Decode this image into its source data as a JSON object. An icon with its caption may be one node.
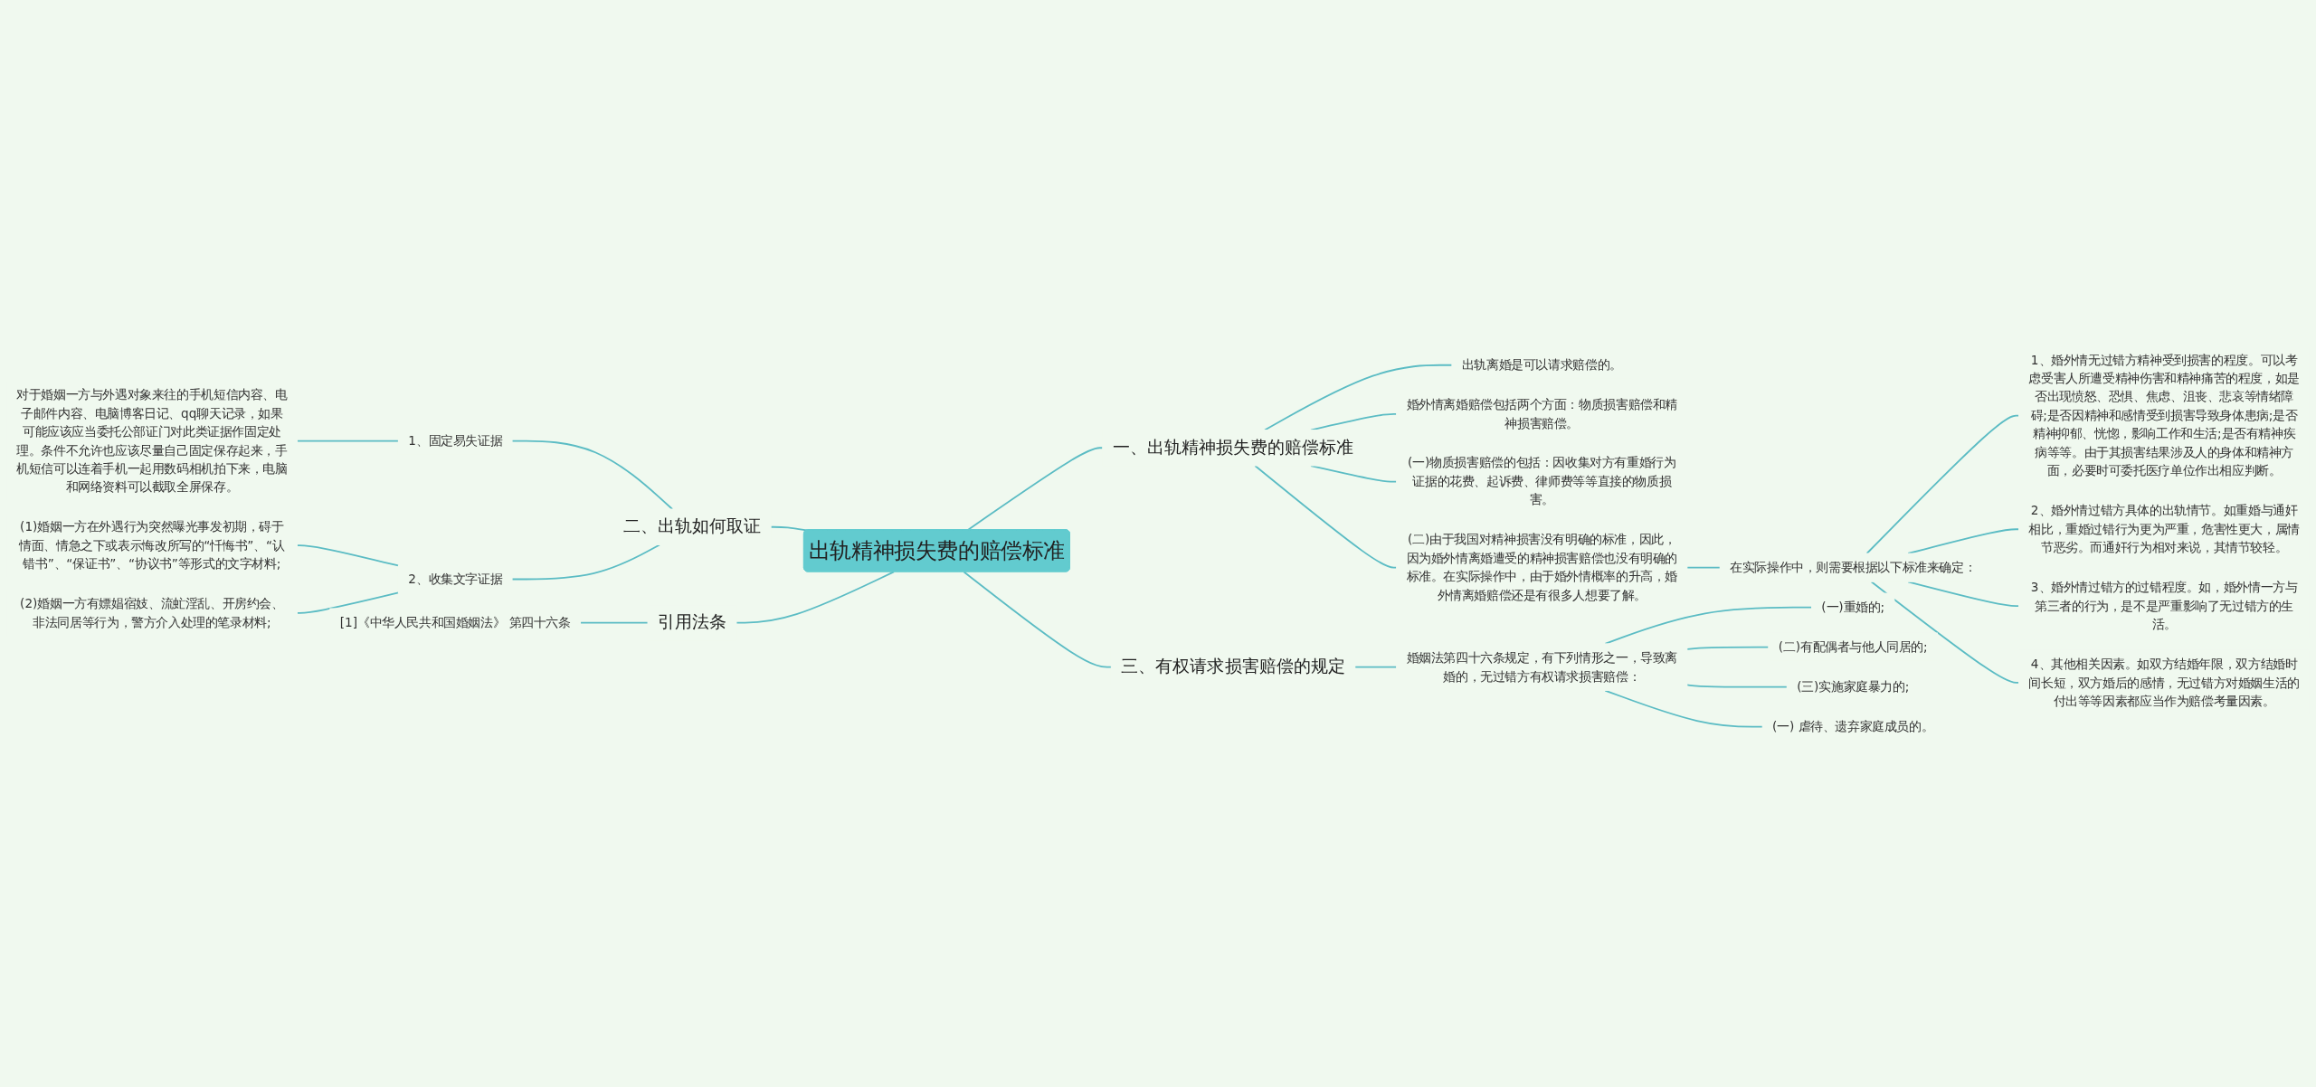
{
  "diagram": {
    "nodes": [
      {
        "text": [
          "出轨精神损失费的赔偿标准"
        ]
      },
      {
        "text": [
          "一、出轨精神损失费的赔偿标准"
        ]
      },
      {
        "text": [
          "出轨离婚是可以请求赔偿的。"
        ]
      },
      {
        "text": [
          "婚外情离婚赔偿包括两个方面：物质损害赔偿和精神损害赔偿。"
        ]
      },
      {
        "text": [
          "(一)物质损害赔偿的包括：因收集对方有重婚行为证据的花费、起诉费、律师费等等直接的物质损害。"
        ]
      },
      {
        "text": [
          "(二)由于我国对精神损害没有明确的标准，因此，因为婚外情离婚遭受的精神损害赔偿也没有明确的标准。在实际操作中，由于婚外情概率的升高，婚外情离婚赔偿还是有很多人想要了解。"
        ]
      },
      {
        "text": [
          "在实际操作中，则需要根据以下标准来确定："
        ]
      },
      {
        "text": [
          "1、婚外情无过错方精神受到损害的程度。可以考虑受害人所遭受精神伤害和精神痛苦的程度，如是否出现愤怒、恐惧、焦虑、沮丧、悲哀等情绪障碍;是否因精神和感情受到损害导致身体患病;是否精神抑郁、恍惚，影响工作和生活;是否有精神疾病等等。由于其损害结果涉及人的身体和精神方面，必要时可委托医疗单位作出相应判断。"
        ]
      },
      {
        "text": [
          "2、婚外情过错方具体的出轨情节。如重婚与通奸相比，重婚过错行为更为严重，危害性更大，属情节恶劣。而通奸行为相对来说，其情节较轻。"
        ]
      },
      {
        "text": [
          "3、婚外情过错方的过错程度。如，婚外情一方与第三者的行为，是不是严重影响了无过错方的生活。"
        ]
      },
      {
        "text": [
          "4、其他相关因素。如双方结婚年限，双方结婚时间长短，双方婚后的感情，无过错方对婚姻生活的付出等等因素都应当作为赔偿考量因素。"
        ]
      },
      {
        "text": [
          "三、有权请求损害赔偿的规定"
        ]
      },
      {
        "text": [
          "婚姻法第四十六条规定，有下列情形之一，导致离婚的，无过错方有权请求损害赔偿："
        ]
      },
      {
        "text": [
          "(一)重婚的;"
        ]
      },
      {
        "text": [
          "(二)有配偶者与他人同居的;"
        ]
      },
      {
        "text": [
          "(三)实施家庭暴力的;"
        ]
      },
      {
        "text": [
          "(一) 虐待、遗弃家庭成员的。"
        ]
      },
      {
        "text": [
          "二、出轨如何取证"
        ]
      },
      {
        "text": [
          "1、固定易失证据"
        ]
      },
      {
        "text": [
          "对于婚姻一方与外遇对象来往的手机短信内容、电子邮件内容、电脑博客日记、qq聊天记录，如果可能应该应当委托公部证门对此类证据作固定处理。条件不允许也应该尽量自己固定保存起来，手机短信可以连着手机一起用数码相机拍下来，电脑和网络资料可以截取全屏保存。"
        ]
      },
      {
        "text": [
          "2、收集文字证据"
        ]
      },
      {
        "text": [
          "(1)婚姻一方在外遇行为突然曝光事发初期，碍于情面、情急之下或表示悔改所写的“忏悔书”、“认错书”、“保证书”、“协议书”等形式的文字材料;"
        ]
      },
      {
        "text": [
          "(2)婚姻一方有嫖娼宿妓、流虻淫乱、开房约会、非法同居等行为，警方介入处理的笔录材料;"
        ]
      },
      {
        "text": [
          "引用法条"
        ]
      },
      {
        "text": [
          "[1]《中华人民共和国婚姻法》 第四十六条"
        ]
      }
    ],
    "edges": [
      {
        "from": 0,
        "to": 1,
        "arrow": "none"
      },
      {
        "from": 1,
        "to": 2,
        "arrow": "none"
      },
      {
        "from": 1,
        "to": 3,
        "arrow": "none"
      },
      {
        "from": 1,
        "to": 4,
        "arrow": "none"
      },
      {
        "from": 1,
        "to": 5,
        "arrow": "none"
      },
      {
        "from": 5,
        "to": 6,
        "arrow": "none"
      },
      {
        "from": 6,
        "to": 7,
        "arrow": "none"
      },
      {
        "from": 6,
        "to": 8,
        "arrow": "none"
      },
      {
        "from": 6,
        "to": 9,
        "arrow": "none"
      },
      {
        "from": 6,
        "to": 10,
        "arrow": "none"
      },
      {
        "from": 0,
        "to": 11,
        "arrow": "none"
      },
      {
        "from": 11,
        "to": 12,
        "arrow": "none"
      },
      {
        "from": 12,
        "to": 13,
        "arrow": "none"
      },
      {
        "from": 12,
        "to": 14,
        "arrow": "none"
      },
      {
        "from": 12,
        "to": 15,
        "arrow": "none"
      },
      {
        "from": 12,
        "to": 16,
        "arrow": "none"
      },
      {
        "from": 0,
        "to": 17,
        "arrow": "none"
      },
      {
        "from": 17,
        "to": 18,
        "arrow": "none"
      },
      {
        "from": 18,
        "to": 19,
        "arrow": "none"
      },
      {
        "from": 17,
        "to": 20,
        "arrow": "none"
      },
      {
        "from": 20,
        "to": 21,
        "arrow": "none"
      },
      {
        "from": 20,
        "to": 22,
        "arrow": "none"
      },
      {
        "from": 0,
        "to": 23,
        "arrow": "none"
      },
      {
        "from": 23,
        "to": 24,
        "arrow": "none"
      }
    ]
  }
}
